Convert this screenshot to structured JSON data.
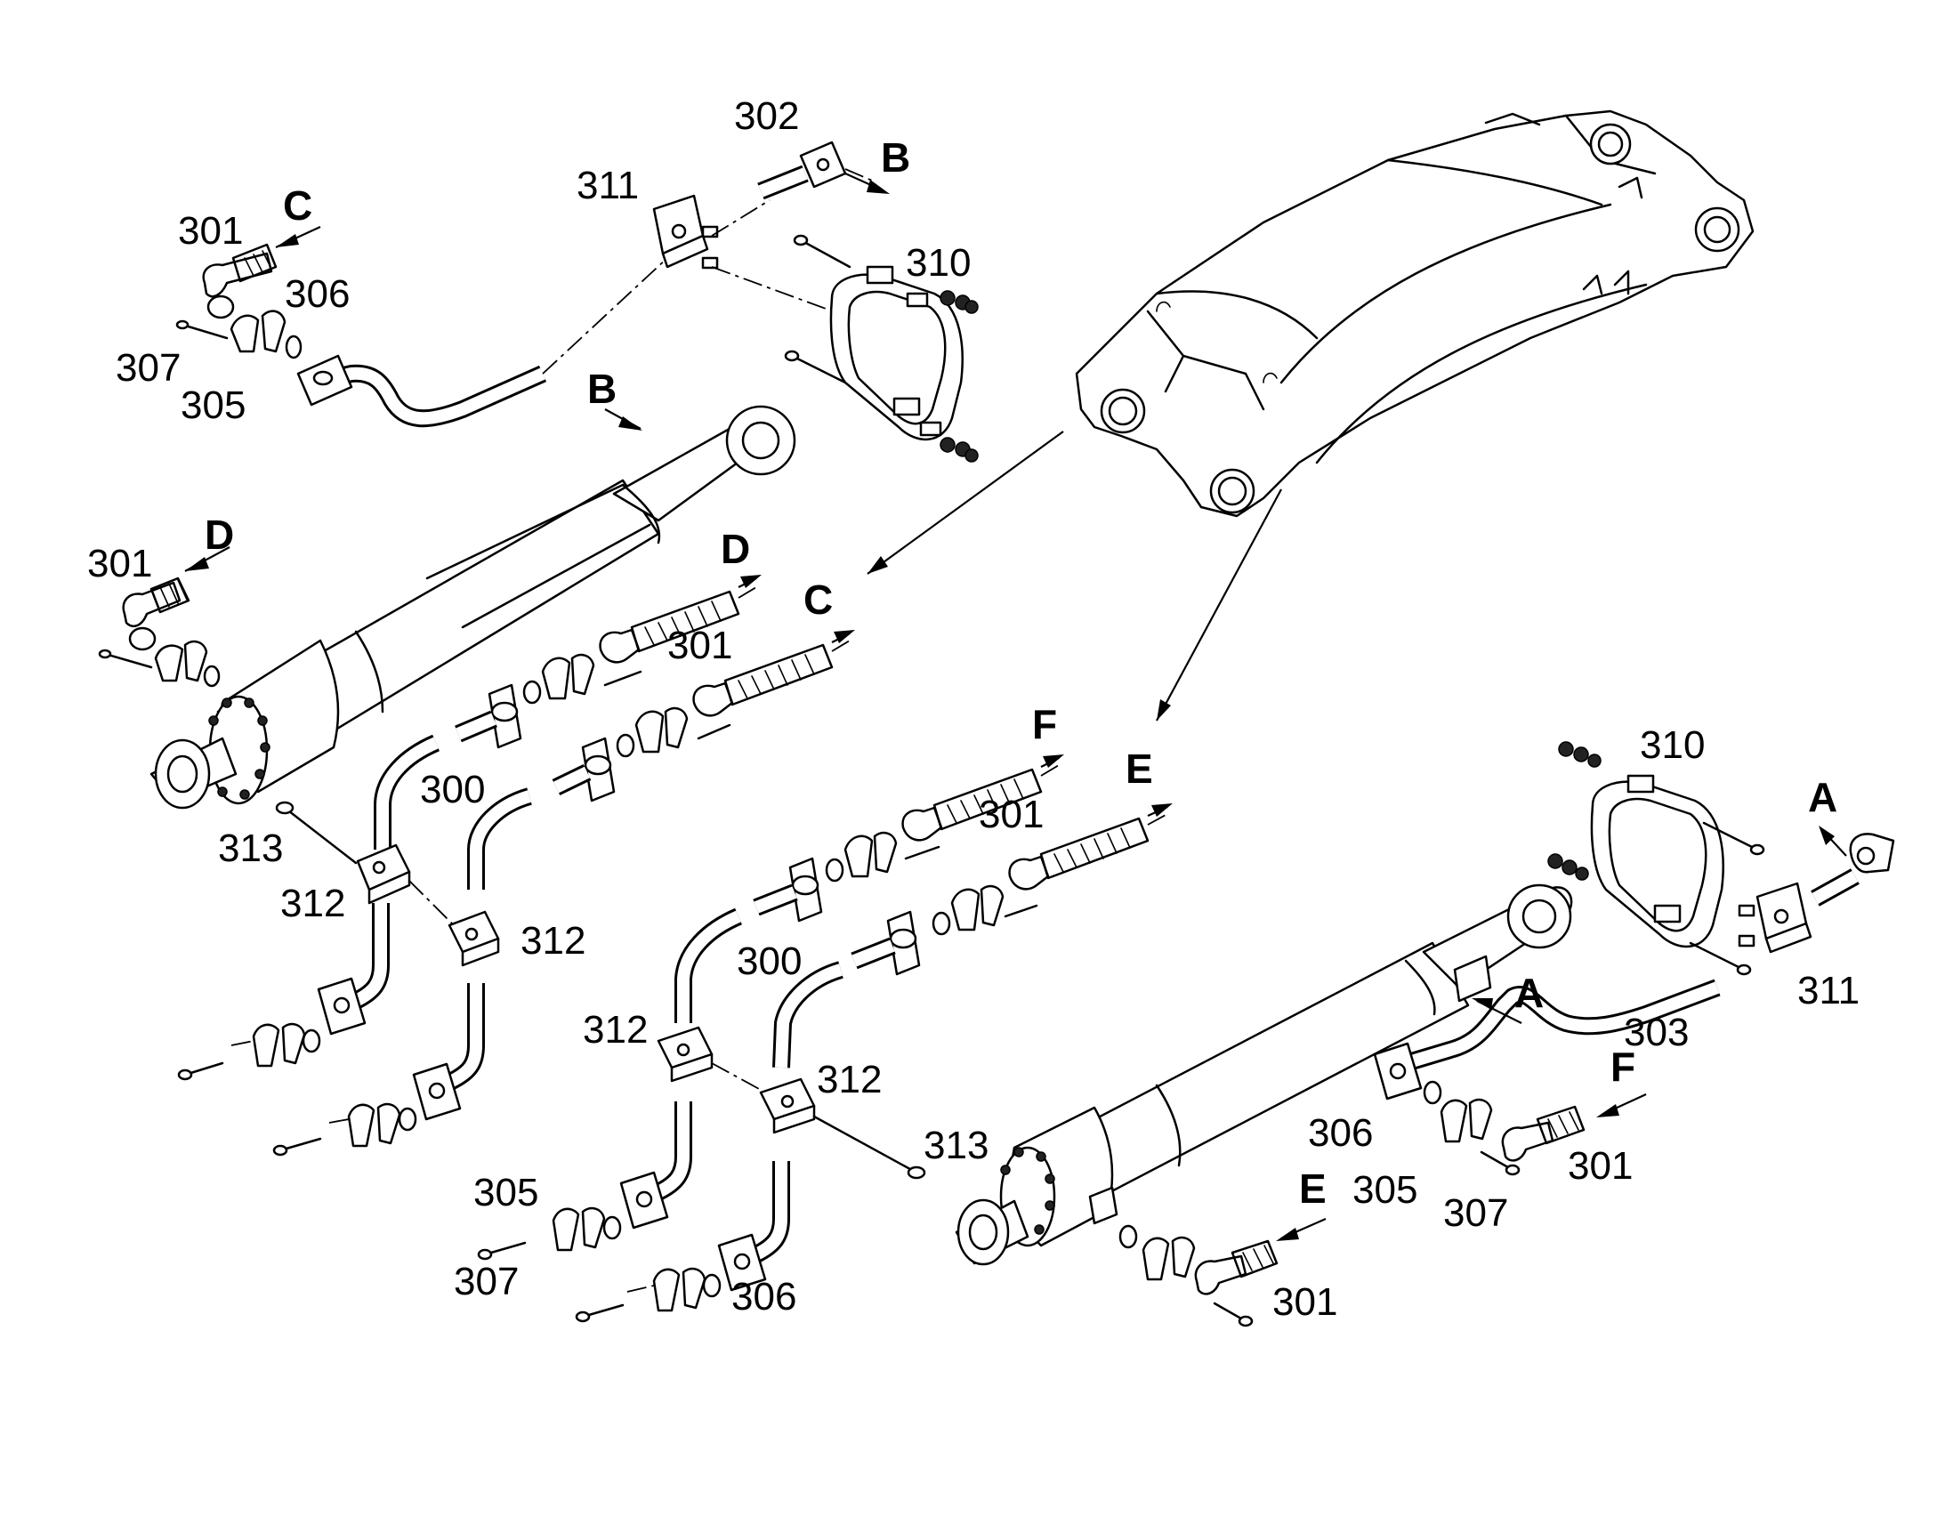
{
  "part_numbers": {
    "n300": "300",
    "n301": "301",
    "n302": "302",
    "n303": "303",
    "n305": "305",
    "n306": "306",
    "n307": "307",
    "n310": "310",
    "n311": "311",
    "n312": "312",
    "n313": "313"
  },
  "view_letters": {
    "A": "A",
    "B": "B",
    "C": "C",
    "D": "D",
    "E": "E",
    "F": "F"
  }
}
